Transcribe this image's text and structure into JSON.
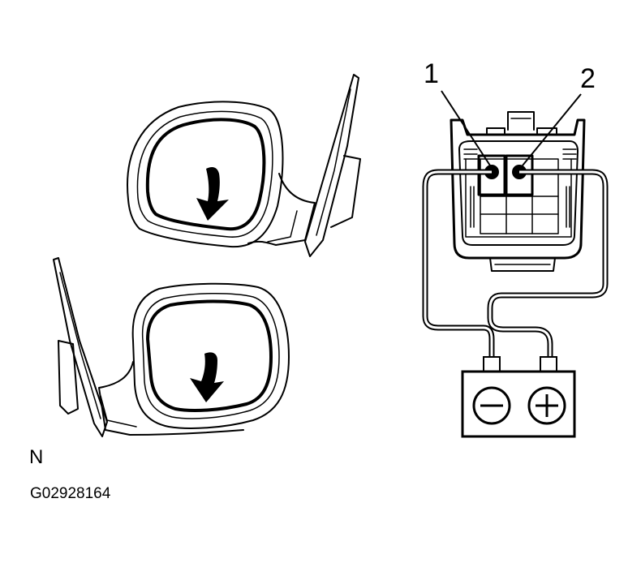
{
  "labels": {
    "pin_1": "1",
    "pin_2": "2",
    "view_code": "N",
    "figure_id": "G02928164"
  },
  "colors": {
    "line": "#000000",
    "background": "#ffffff"
  },
  "icons": {
    "battery_negative": "minus-sign-icon",
    "battery_positive": "plus-sign-icon",
    "mirror_arrow": "curved-arrow-down-icon"
  }
}
